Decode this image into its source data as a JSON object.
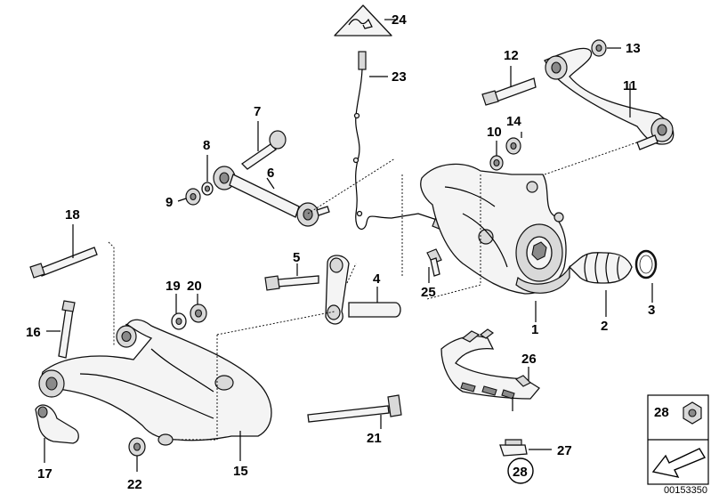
{
  "diagram": {
    "diagram_id": "00153350",
    "callouts": [
      "1",
      "2",
      "3",
      "4",
      "5",
      "6",
      "7",
      "8",
      "9",
      "10",
      "11",
      "12",
      "13",
      "14",
      "15",
      "16",
      "17",
      "18",
      "19",
      "20",
      "21",
      "22",
      "23",
      "24",
      "25",
      "26",
      "27",
      "28"
    ],
    "legend": {
      "number": "28",
      "symbol_number": "28"
    }
  }
}
